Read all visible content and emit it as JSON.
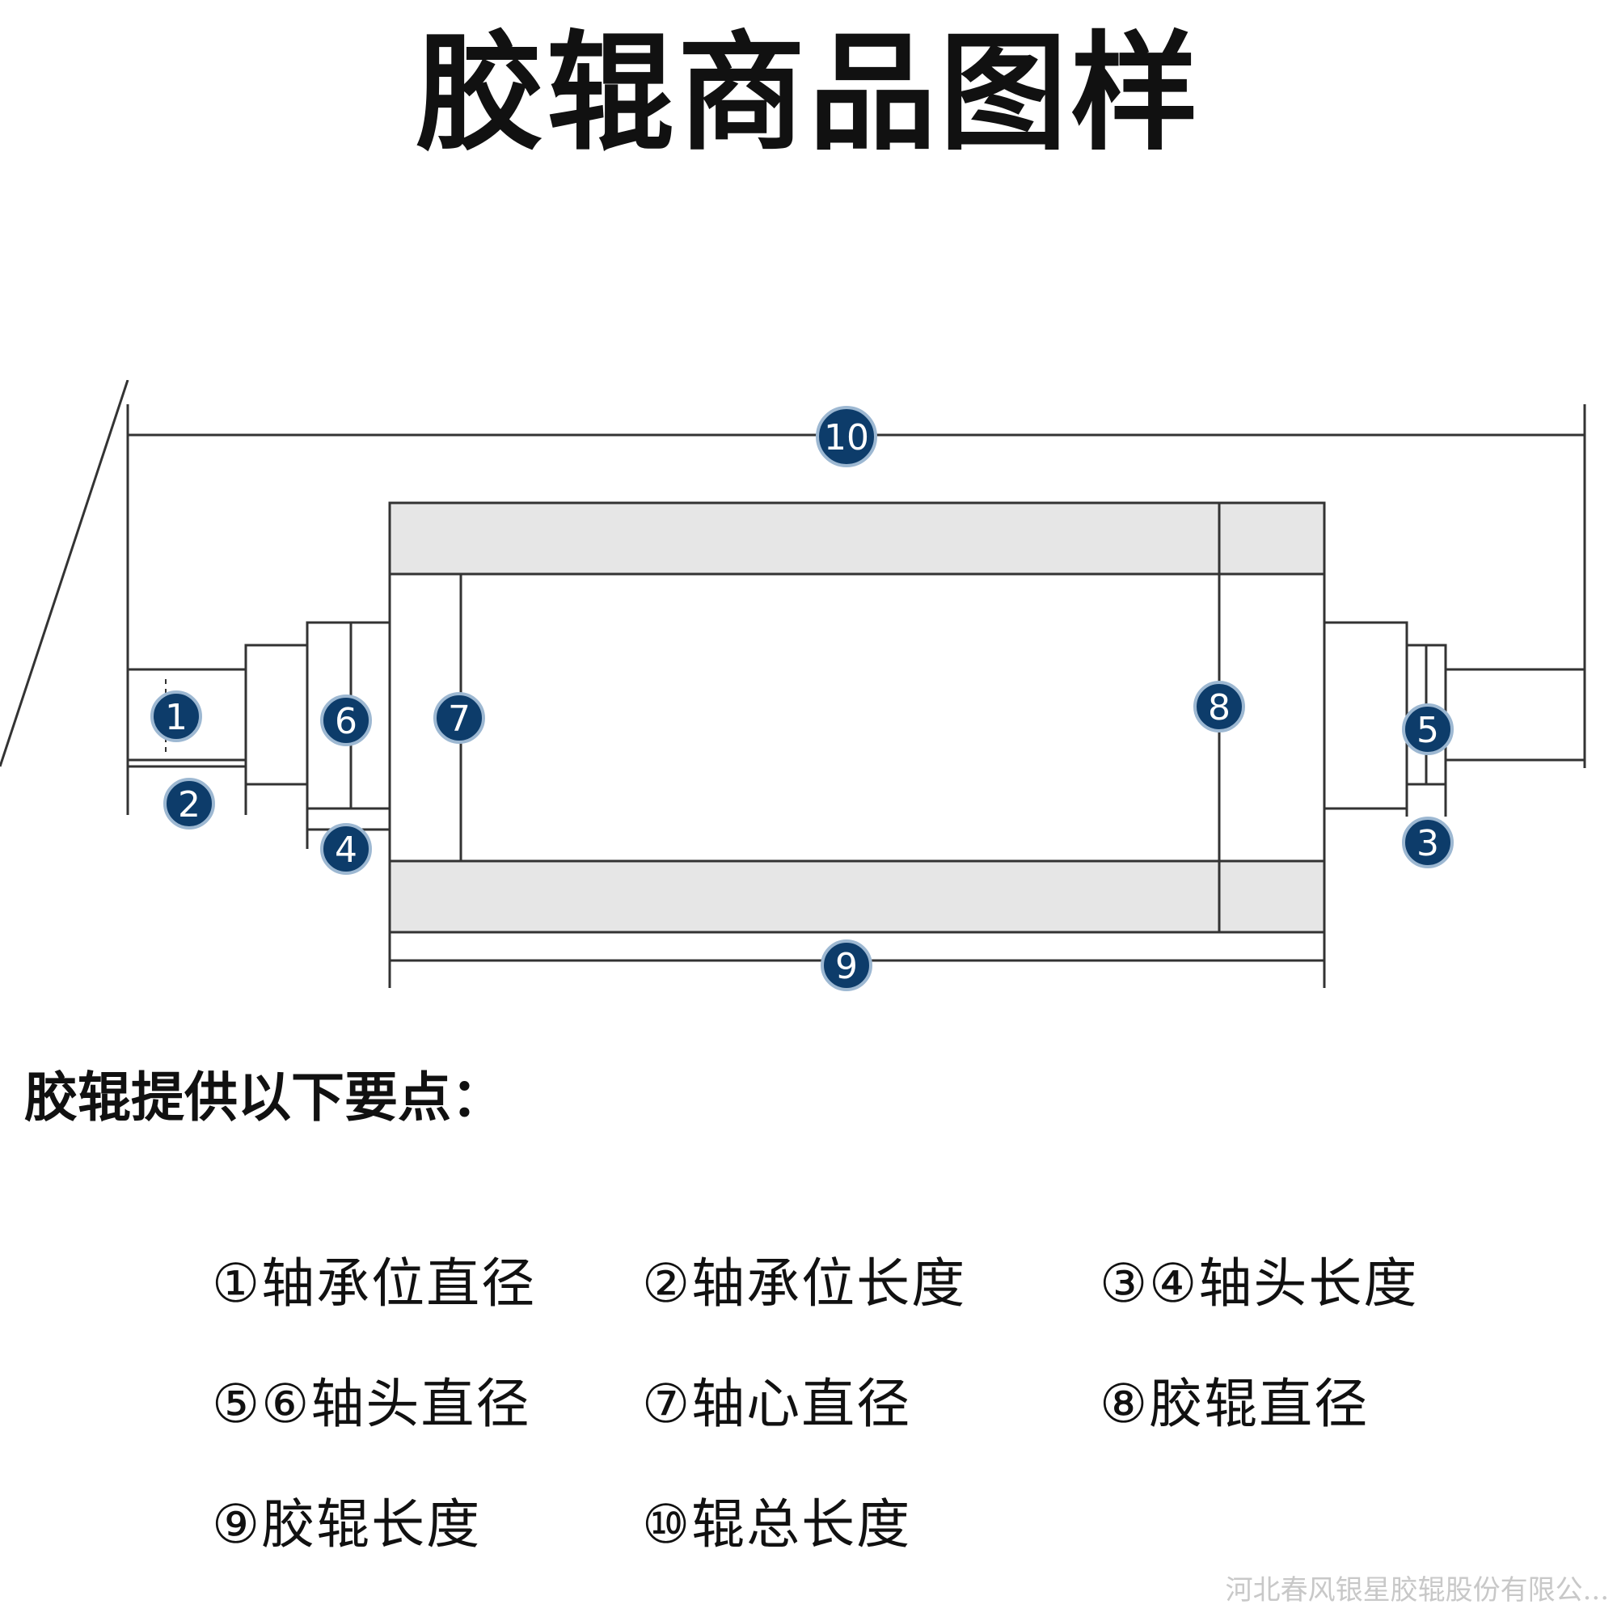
{
  "title": "胶辊商品图样",
  "subtitle": "胶辊提供以下要点：",
  "legend": [
    "①轴承位直径",
    "②轴承位长度",
    "③④轴头长度",
    "⑤⑥轴头直径",
    "⑦轴心直径",
    "⑧胶辊直径",
    "⑨胶辊长度",
    "⑩辊总长度",
    ""
  ],
  "callouts": [
    "1",
    "2",
    "3",
    "4",
    "5",
    "6",
    "7",
    "8",
    "9",
    "10"
  ],
  "watermark": "河北春风银星胶辊股份有限公...",
  "colors": {
    "callout_fill": "#0d3c6a",
    "callout_stroke": "#9db8d2",
    "rubber_fill": "#e6e6e6",
    "line": "#333333"
  }
}
